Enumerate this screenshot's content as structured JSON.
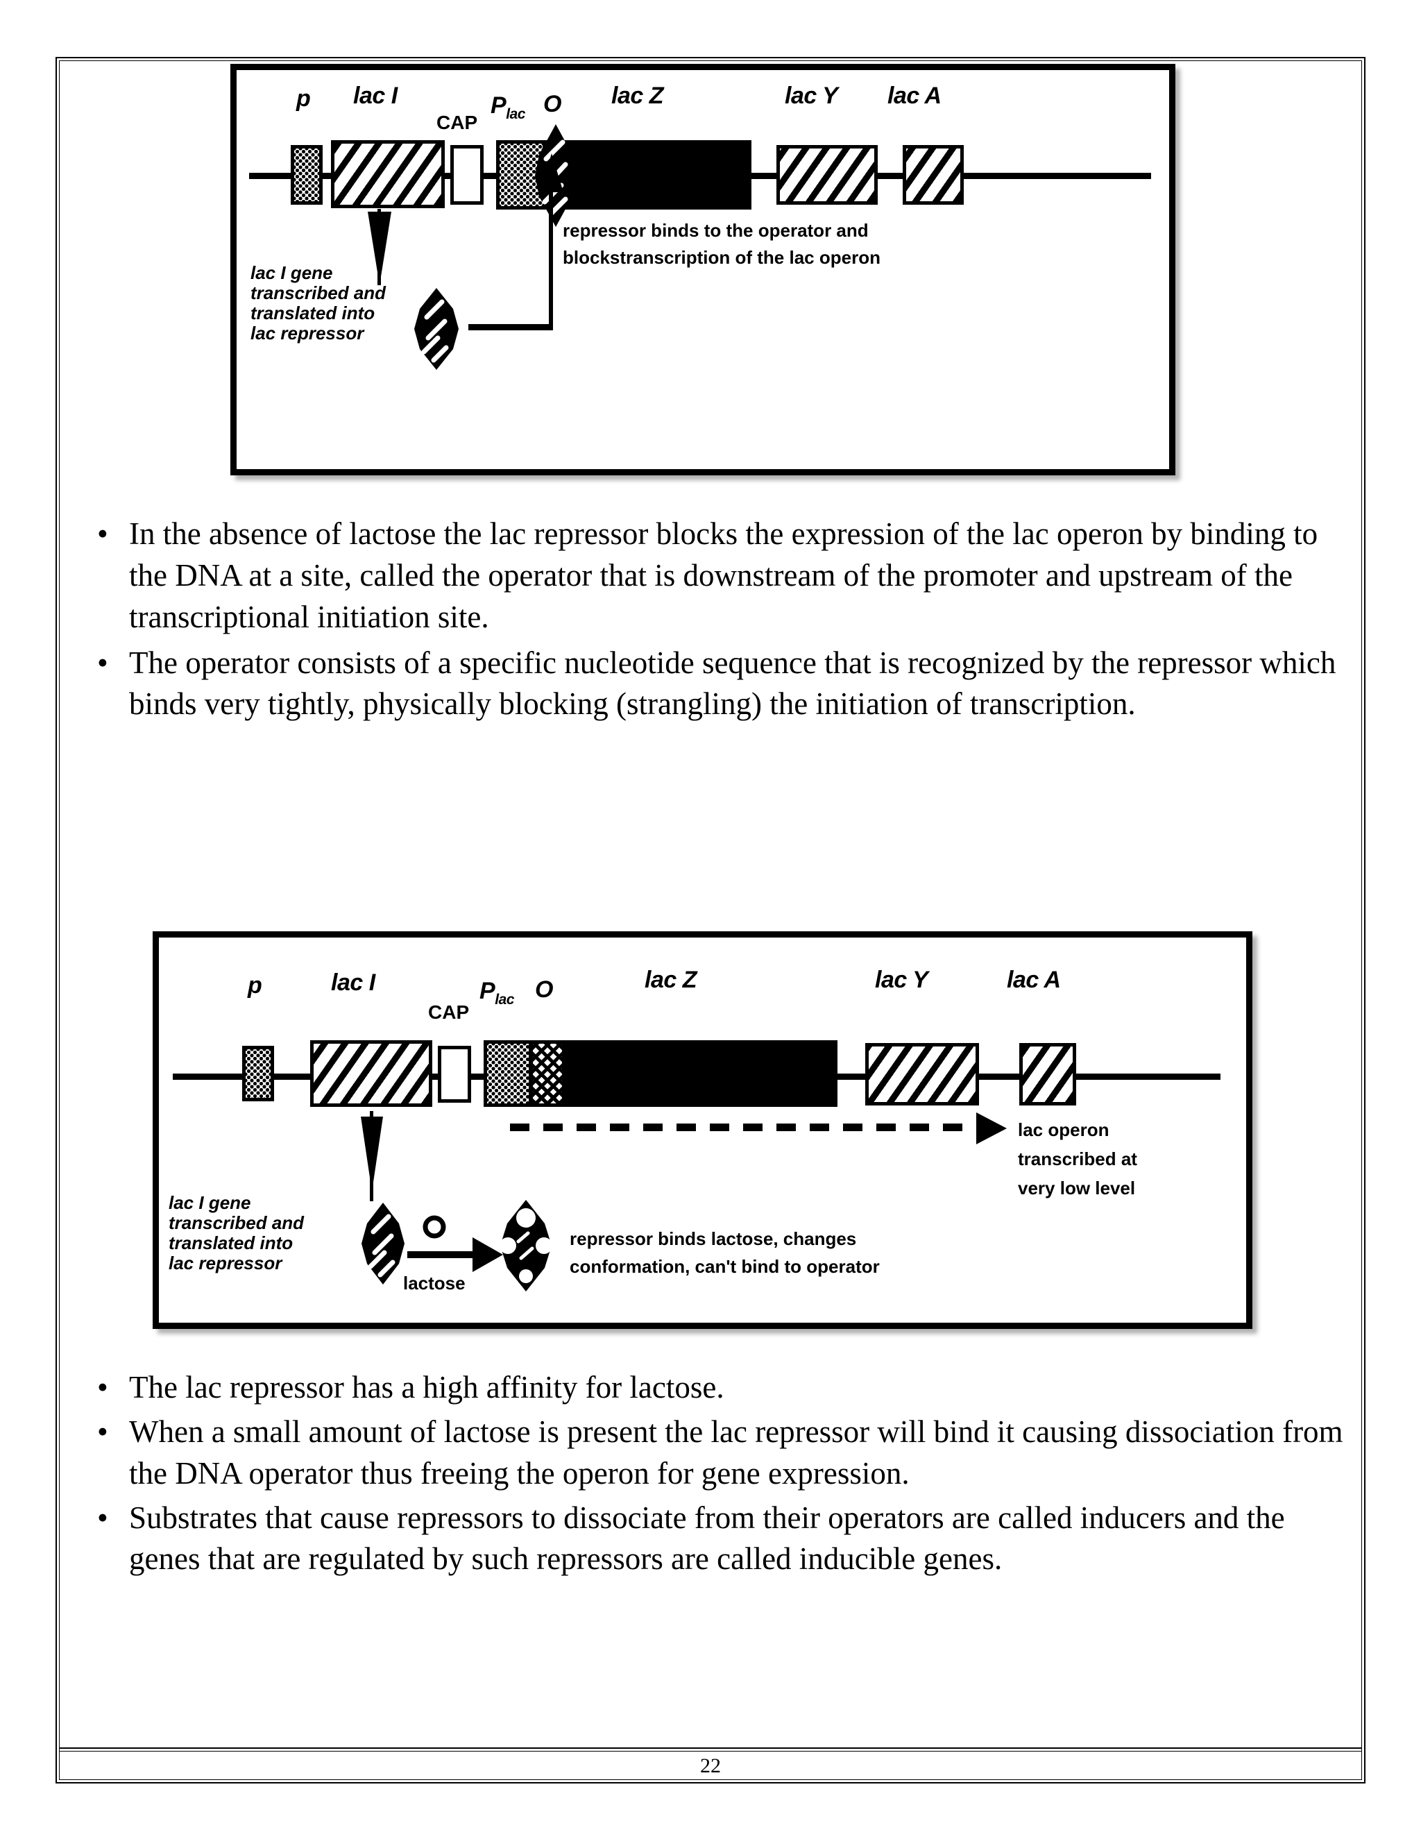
{
  "page": {
    "number": "22"
  },
  "figure1": {
    "name": "lac-operon-repressed-diagram",
    "gene_labels": [
      {
        "id": "p",
        "text": "p"
      },
      {
        "id": "lacI",
        "text": "lac I"
      },
      {
        "id": "CAP",
        "text": "CAP"
      },
      {
        "id": "Plac",
        "text": "P",
        "sub": "lac"
      },
      {
        "id": "O",
        "text": "O"
      },
      {
        "id": "lacZ",
        "text": "lac Z"
      },
      {
        "id": "lacY",
        "text": "lac Y"
      },
      {
        "id": "lacA",
        "text": "lac A"
      }
    ],
    "left_caption": "lac I gene\ntranscribed and\ntranslated into\nlac repressor",
    "left_caption_lines": [
      "lac I gene",
      "transcribed and",
      "translated into",
      "lac repressor"
    ],
    "right_caption_lines": [
      "repressor binds to the operator and",
      "blockstranscription of the lac operon"
    ]
  },
  "figure2": {
    "name": "lac-operon-induced-diagram",
    "gene_labels": [
      {
        "id": "p",
        "text": "p"
      },
      {
        "id": "lacI",
        "text": "lac I"
      },
      {
        "id": "CAP",
        "text": "CAP"
      },
      {
        "id": "Plac",
        "text": "P",
        "sub": "lac"
      },
      {
        "id": "O",
        "text": "O"
      },
      {
        "id": "lacZ",
        "text": "lac Z"
      },
      {
        "id": "lacY",
        "text": "lac Y"
      },
      {
        "id": "lacA",
        "text": "lac A"
      }
    ],
    "left_caption_lines": [
      "lac I gene",
      "transcribed and",
      "translated into",
      "lac repressor"
    ],
    "lactose_label": "lactose",
    "center_caption_lines": [
      "repressor  binds lactose, changes",
      "conformation, can't bind to operator"
    ],
    "right_caption_lines": [
      "lac operon",
      "transcribed at",
      "very low level"
    ]
  },
  "bullets_top": [
    {
      "marker": "•",
      "text": "In the absence of lactose the lac repressor blocks the expression of the lac operon by binding to the DNA at a site, called the operator that is downstream of the promoter and upstream of the transcriptional initiation site."
    },
    {
      "marker": "•",
      "text": "The operator consists of a specific nucleotide sequence that is recognized by the repressor which binds very tightly, physically blocking (strangling) the initiation of transcription."
    }
  ],
  "bullets_bottom": [
    {
      "marker": "•",
      "text": "The lac repressor has a high affinity for lactose."
    },
    {
      "marker": "•",
      "text": "When a small amount of lactose is present the lac repressor will bind it causing dissociation from the DNA operator thus freeing the operon for gene expression."
    },
    {
      "marker": "•",
      "text": "Substrates that cause repressors to dissociate from their operators are called inducers and the genes that are regulated by such repressors are called inducible genes."
    }
  ],
  "colors": {
    "ink": "#000000",
    "paper": "#ffffff"
  }
}
